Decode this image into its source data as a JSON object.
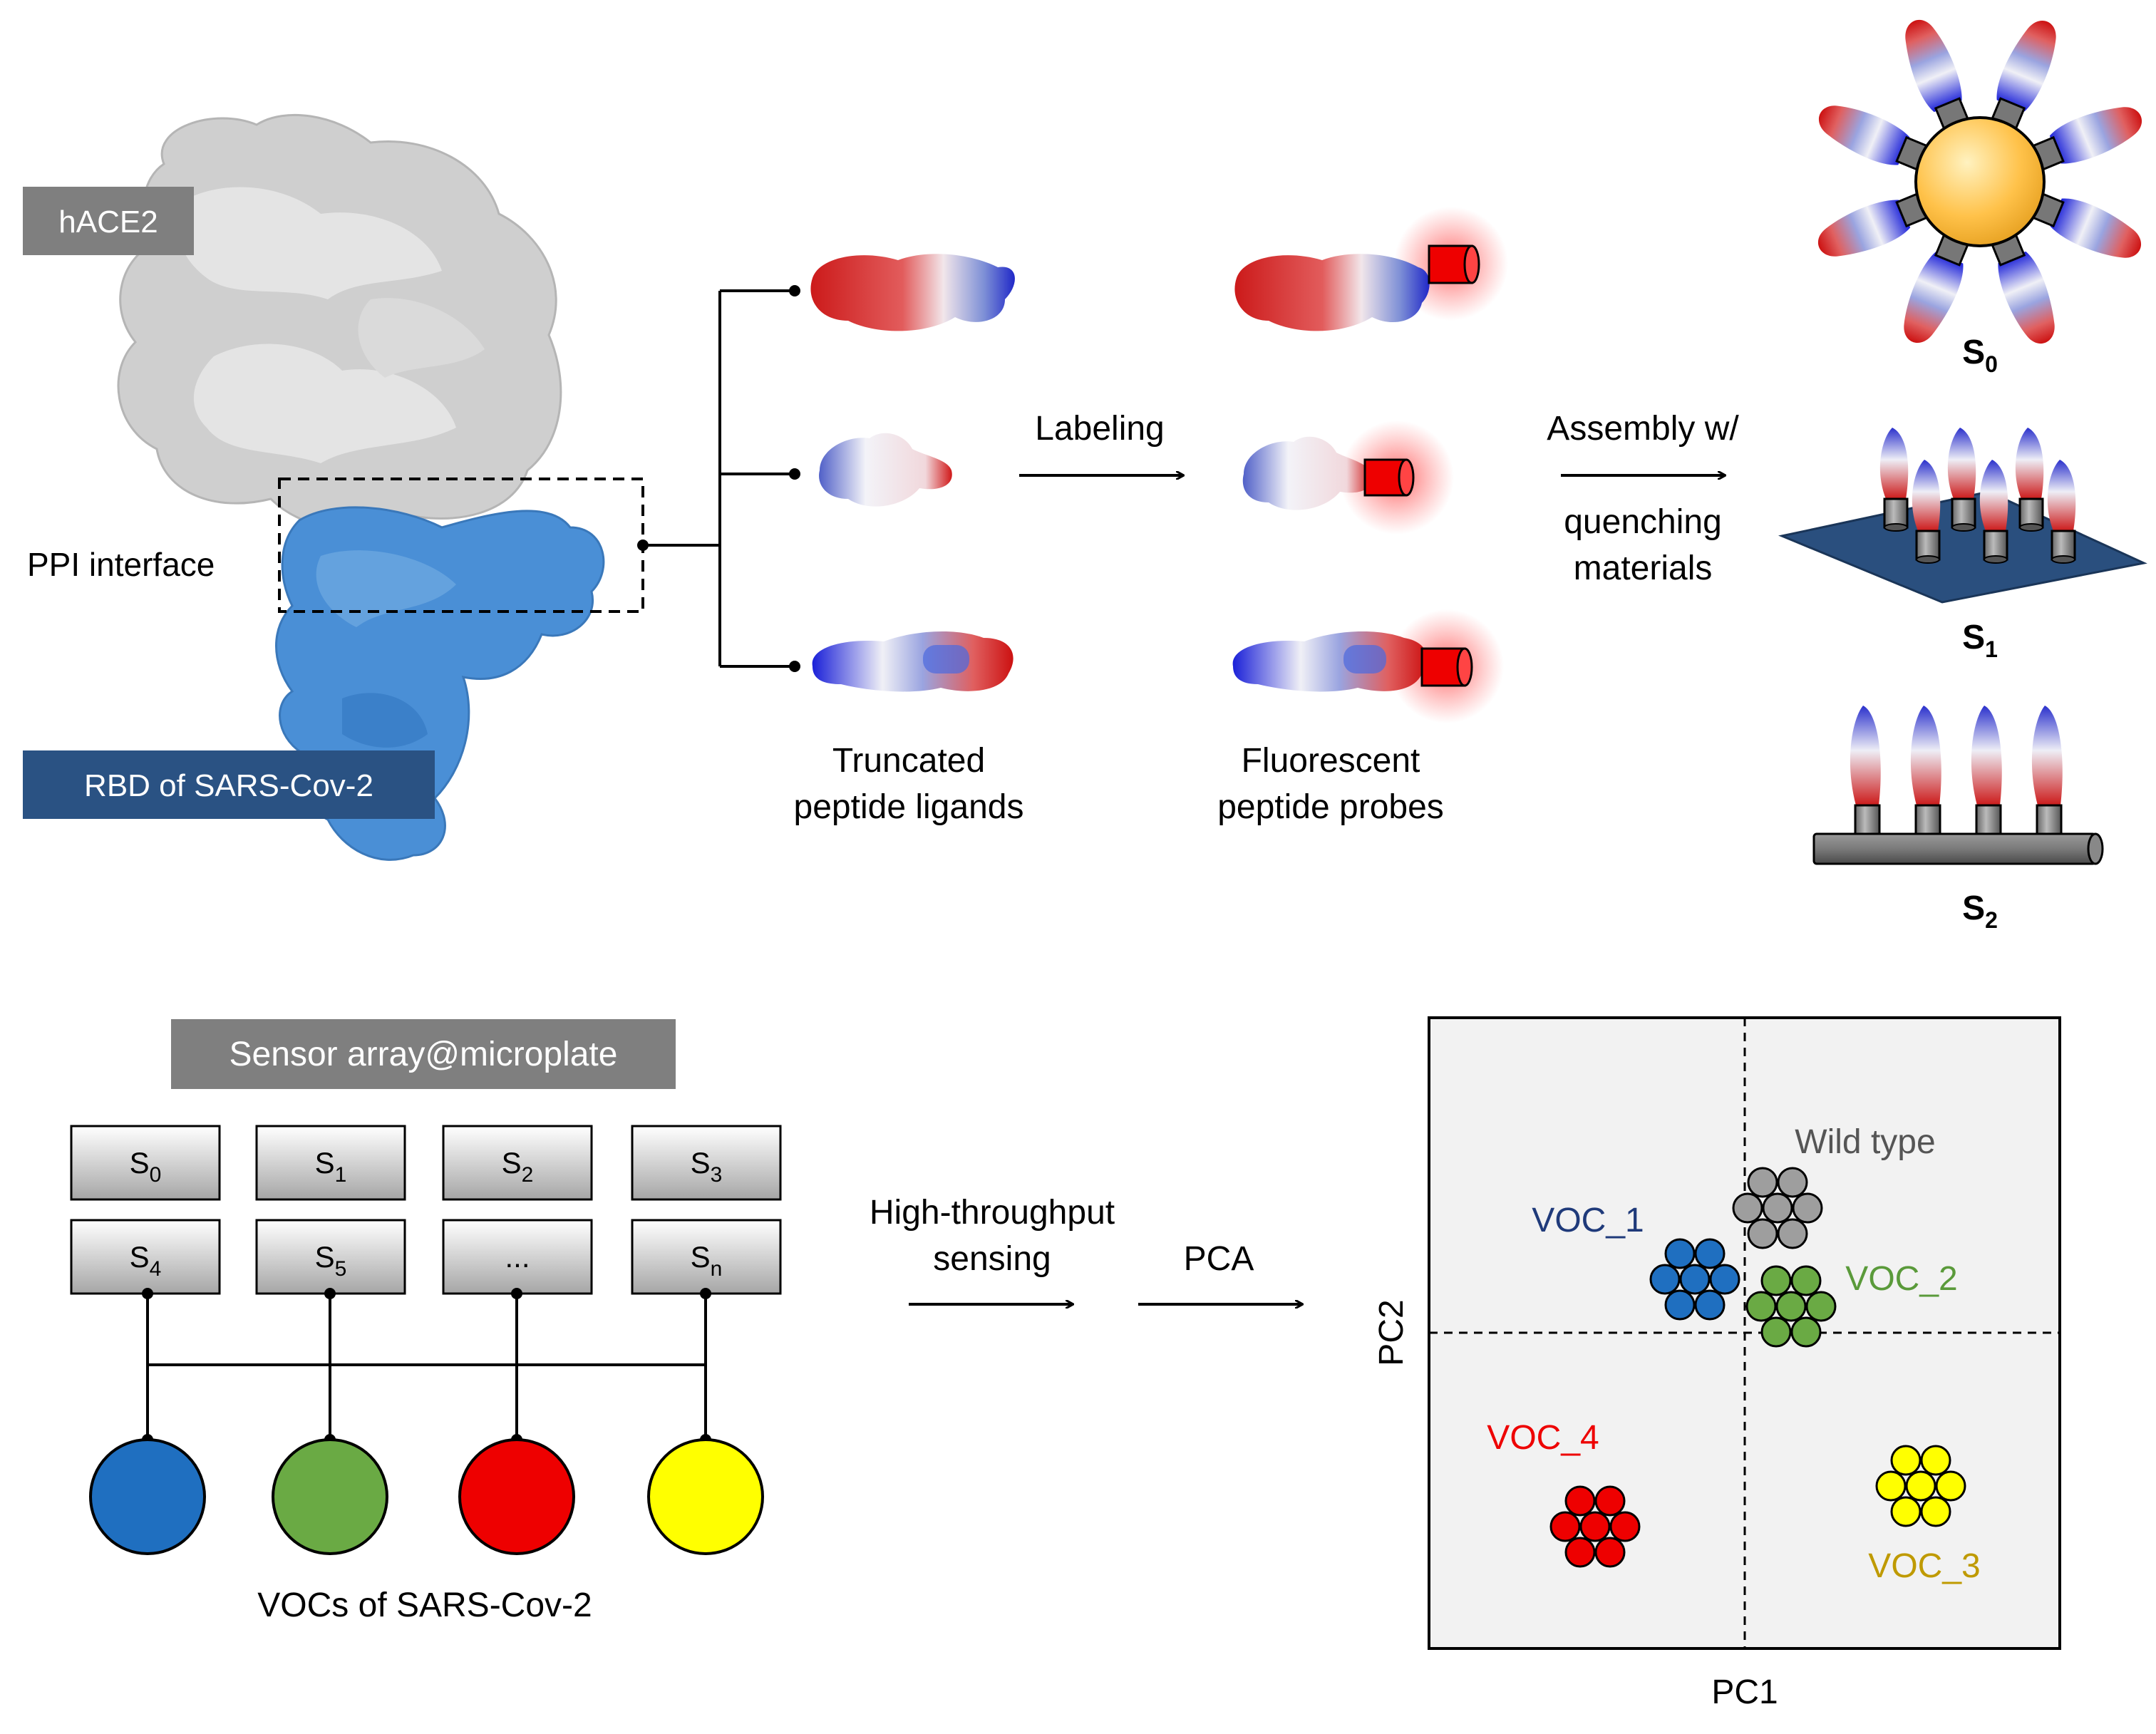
{
  "top": {
    "hace2_label": "hACE2",
    "ppi_label": "PPI interface",
    "rbd_label": "RBD of SARS-Cov-2",
    "ligands_caption_1": "Truncated",
    "ligands_caption_2": "peptide ligands",
    "labeling_label": "Labeling",
    "probes_caption_1": "Fluorescent",
    "probes_caption_2": "peptide probes",
    "assembly_label_1": "Assembly w/",
    "assembly_label_2": "quenching",
    "assembly_label_3": "materials",
    "sensors": [
      {
        "letter": "S",
        "sub": "0"
      },
      {
        "letter": "S",
        "sub": "1"
      },
      {
        "letter": "S",
        "sub": "2"
      }
    ]
  },
  "bottom": {
    "array_title": "Sensor array@microplate",
    "wells": [
      {
        "letter": "S",
        "sub": "0"
      },
      {
        "letter": "S",
        "sub": "1"
      },
      {
        "letter": "S",
        "sub": "2"
      },
      {
        "letter": "S",
        "sub": "3"
      },
      {
        "letter": "S",
        "sub": "4"
      },
      {
        "letter": "S",
        "sub": "5"
      },
      {
        "letter": "...",
        "sub": ""
      },
      {
        "letter": "S",
        "sub": "n"
      }
    ],
    "vocs_caption": "VOCs of SARS-Cov-2",
    "variant_colors": [
      "#1f6fc0",
      "#6aaa44",
      "#ee0000",
      "#ffff00"
    ],
    "sensing_label_1": "High-throughput",
    "sensing_label_2": "sensing",
    "pca_label": "PCA"
  },
  "pca_plot": {
    "xlabel": "PC1",
    "ylabel": "PC2",
    "clusters": [
      {
        "name": "Wild type",
        "color": "#9e9e9e",
        "label_color": "#555555"
      },
      {
        "name": "VOC_1",
        "color": "#1f6fc0",
        "label_color": "#1f3a7a"
      },
      {
        "name": "VOC_2",
        "color": "#6aaa44",
        "label_color": "#5a9a3a"
      },
      {
        "name": "VOC_3",
        "color": "#ffff00",
        "label_color": "#bf9a00"
      },
      {
        "name": "VOC_4",
        "color": "#ee0000",
        "label_color": "#ee0000"
      }
    ]
  }
}
